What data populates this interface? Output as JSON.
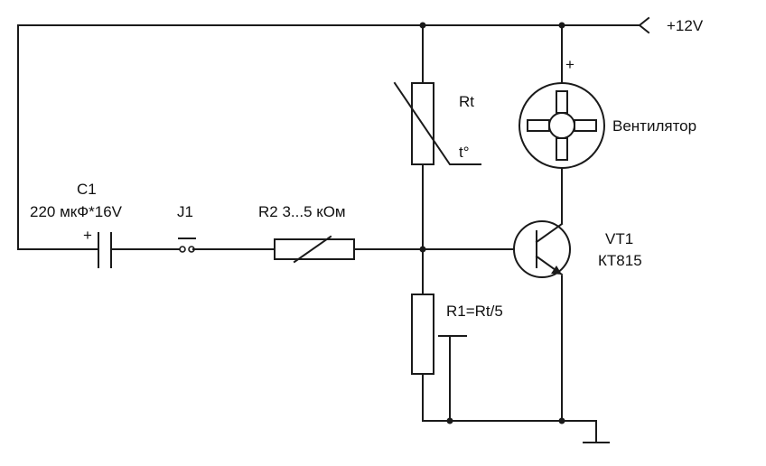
{
  "labels": {
    "supply": "+12V",
    "fan_plus": "+",
    "fan": "Вентилятор",
    "thermistor": "Rt",
    "temperature": "t°",
    "c1_name": "C1",
    "c1_value": "220 мкФ*16V",
    "c1_plus": "+",
    "jumper": "J1",
    "r2": "R2 3...5 кОм",
    "transistor_name": "VT1",
    "transistor_type": "КТ815",
    "r1": "R1=Rt/5"
  }
}
